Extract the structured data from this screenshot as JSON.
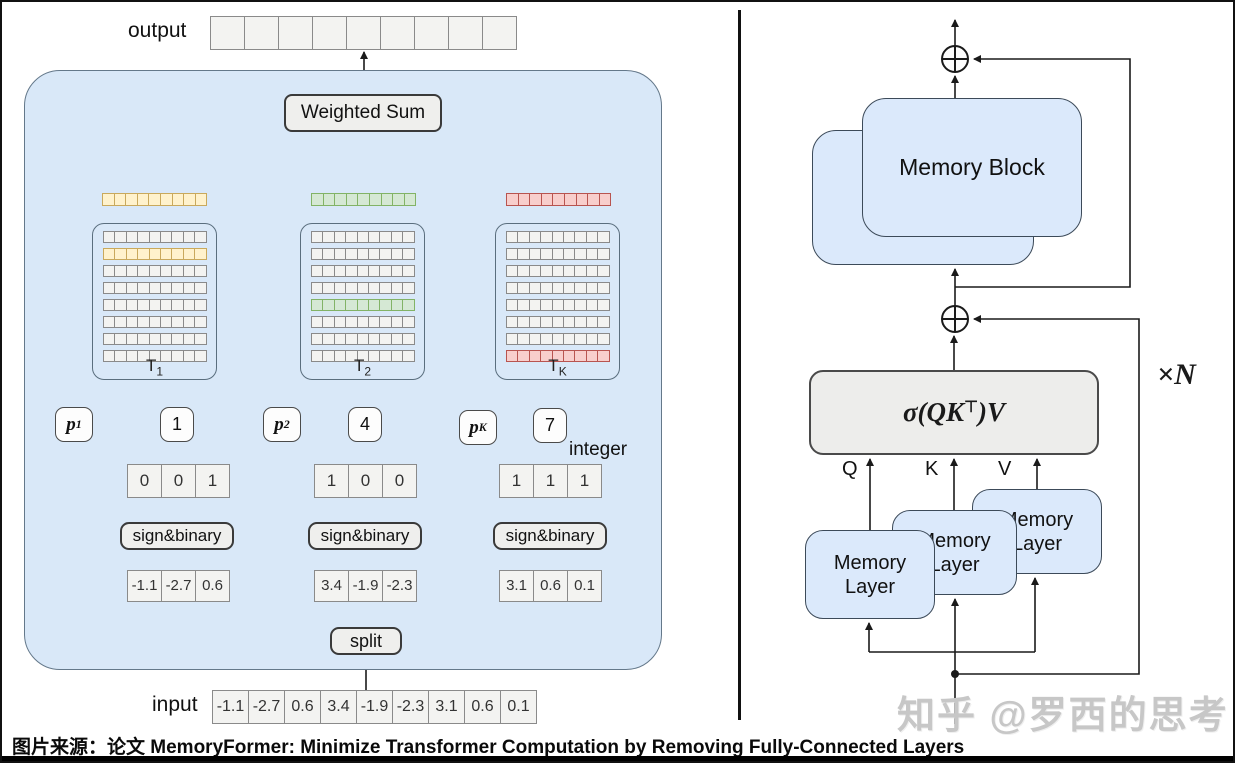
{
  "colors": {
    "panel_fill": "#d9e8f8",
    "panel_stroke": "#64788a",
    "cell_fill": "#f3f3f1",
    "cell_stroke": "#8a8a8a",
    "gray_box_fill": "#efefed",
    "gray_box_stroke": "#3a3a3a",
    "blue_box_fill": "#dbe9fb",
    "blue_box_stroke": "#3c4a59",
    "line": "#1a1a1a"
  },
  "left_panel": {
    "output_label": "output",
    "input_label": "input",
    "integer_label": "integer",
    "weighted_sum_label": "Weighted Sum",
    "split_label": "split",
    "sign_binary_label": "sign&binary",
    "output_cell_count": 9,
    "table_rows": 8,
    "table_cols": 9,
    "input_values": [
      "-1.1",
      "-2.7",
      "0.6",
      "3.4",
      "-1.9",
      "-2.3",
      "3.1",
      "0.6",
      "0.1"
    ],
    "branches": [
      {
        "table_label": "T",
        "table_sub": "1",
        "highlight_row": 2,
        "fill": "#fff2cc",
        "stroke": "#c9a95c",
        "prob_label": "p",
        "prob_sub": "1",
        "index_value": "1",
        "binary_values": [
          "0",
          "0",
          "1"
        ],
        "chunk_values": [
          "-1.1",
          "-2.7",
          "0.6"
        ]
      },
      {
        "table_label": "T",
        "table_sub": "2",
        "highlight_row": 5,
        "fill": "#d5e8d4",
        "stroke": "#82b366",
        "prob_label": "p",
        "prob_sub": "2",
        "index_value": "4",
        "binary_values": [
          "1",
          "0",
          "0"
        ],
        "chunk_values": [
          "3.4",
          "-1.9",
          "-2.3"
        ]
      },
      {
        "table_label": "T",
        "table_sub": "K",
        "highlight_row": 8,
        "fill": "#f8cecc",
        "stroke": "#b85450",
        "prob_label": "p",
        "prob_sub": "K",
        "index_value": "7",
        "binary_values": [
          "1",
          "1",
          "1"
        ],
        "chunk_values": [
          "3.1",
          "0.6",
          "0.1"
        ]
      }
    ]
  },
  "right_panel": {
    "memory_block_label": "Memory Block",
    "memory_layer_label": "Memory Layer",
    "formula": {
      "pre": "σ(QK",
      "sup": "⊤",
      "post": ")V"
    },
    "q_label": "Q",
    "k_label": "K",
    "v_label": "V",
    "repeat_label": "×N"
  },
  "caption": "图片来源：论文 MemoryFormer: Minimize Transformer Computation by Removing Fully-Connected Layers",
  "watermark": "知乎 @罗西的思考"
}
